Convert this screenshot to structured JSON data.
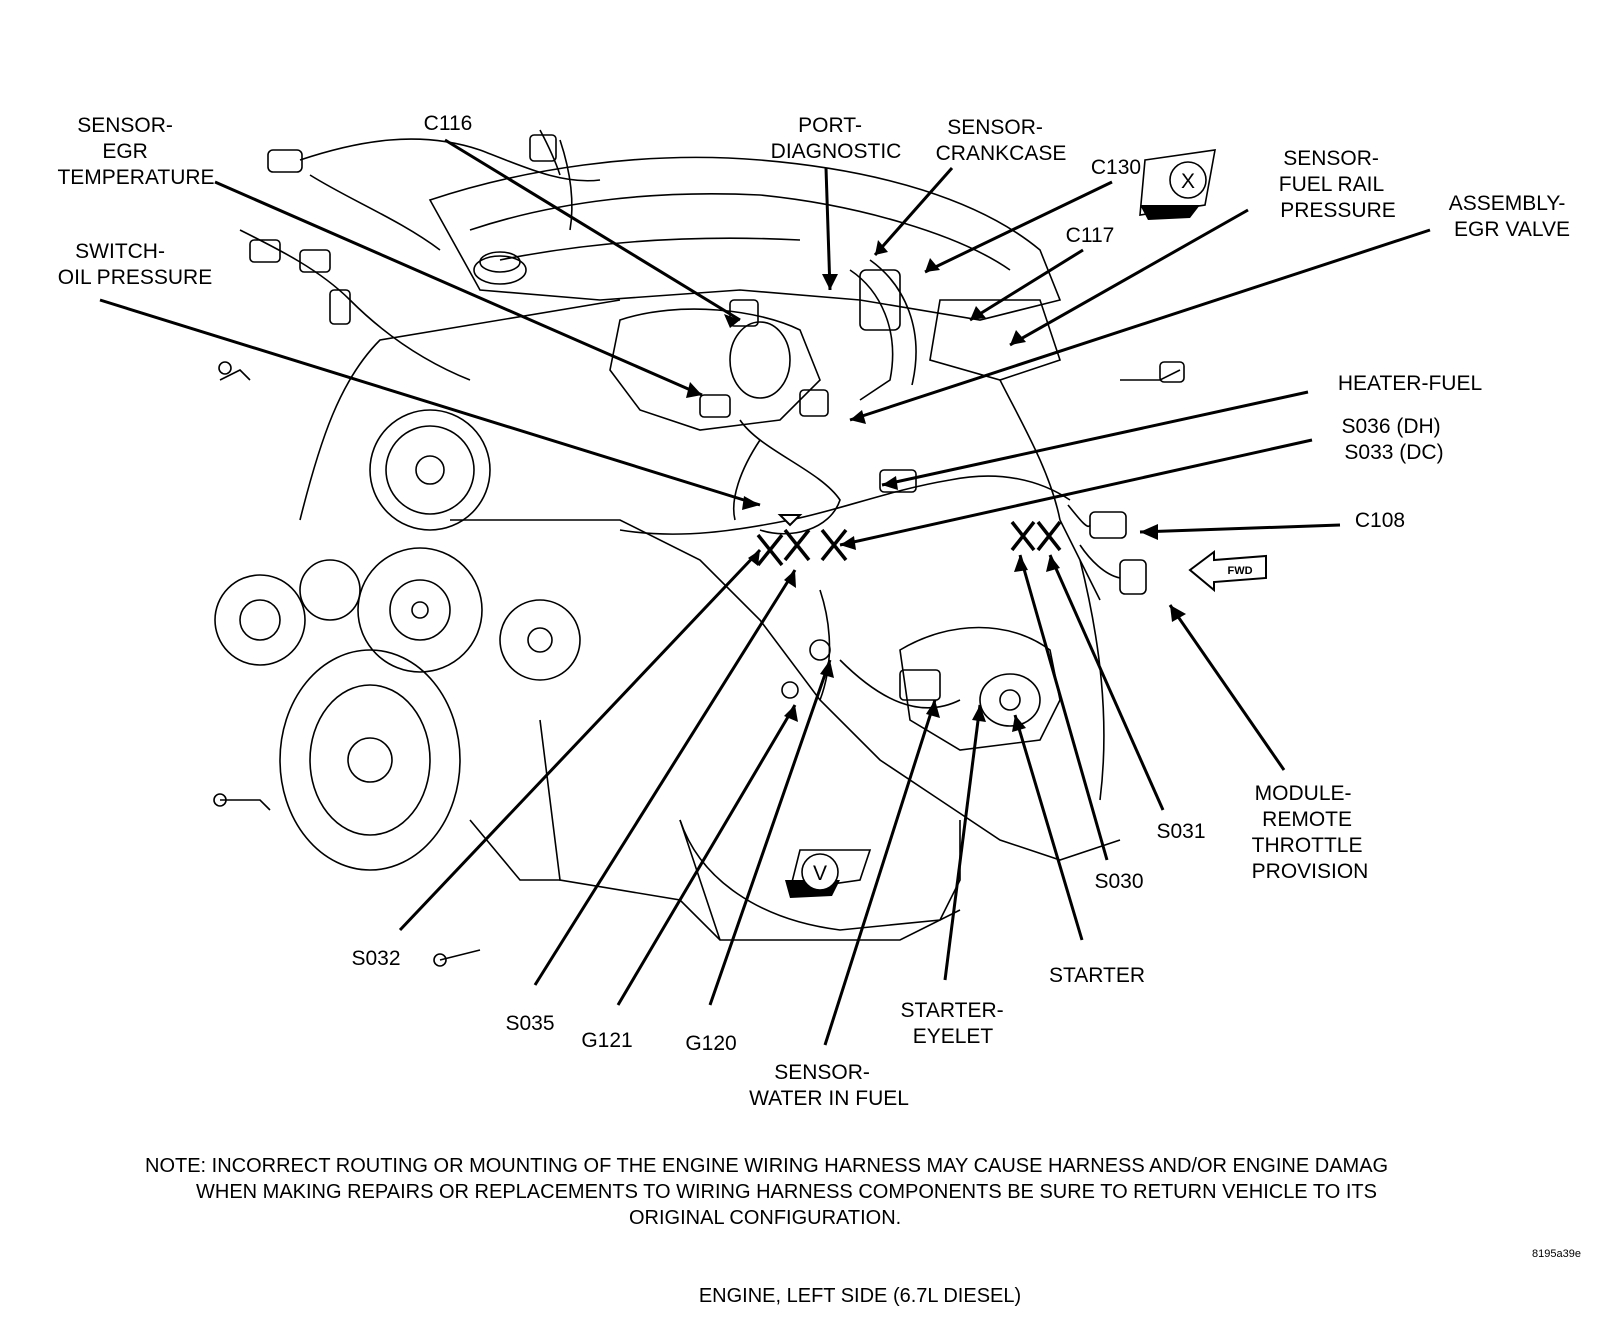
{
  "labels": {
    "sensor_egr_temp": [
      "SENSOR-",
      "EGR",
      "TEMPERATURE"
    ],
    "c116": [
      "C116"
    ],
    "port_diagnostic": [
      "PORT-",
      "DIAGNOSTIC"
    ],
    "sensor_crankcase": [
      "SENSOR-",
      "CRANKCASE"
    ],
    "c130": [
      "C130"
    ],
    "sensor_fuel_rail": [
      "SENSOR-",
      "FUEL RAIL",
      "PRESSURE"
    ],
    "assembly_egr_valve": [
      "ASSEMBLY-",
      "EGR VALVE"
    ],
    "c117": [
      "C117"
    ],
    "switch_oil_pressure": [
      "SWITCH-",
      "OIL PRESSURE"
    ],
    "heater_fuel": [
      "HEATER-FUEL"
    ],
    "s036_s033": [
      "S036 (DH)",
      "S033 (DC)"
    ],
    "c108": [
      "C108"
    ],
    "module_remote_throttle": [
      "MODULE-",
      "REMOTE",
      "THROTTLE",
      "PROVISION"
    ],
    "s031": [
      "S031"
    ],
    "s030": [
      "S030"
    ],
    "starter": [
      "STARTER"
    ],
    "starter_eyelet": [
      "STARTER-",
      "EYELET"
    ],
    "sensor_water_in_fuel": [
      "SENSOR-",
      "WATER IN FUEL"
    ],
    "g120": [
      "G120"
    ],
    "g121": [
      "G121"
    ],
    "s035": [
      "S035"
    ],
    "s032": [
      "S032"
    ]
  },
  "view_indicators": {
    "x": "X",
    "v": "V",
    "fwd": "FWD"
  },
  "note": {
    "line1": "NOTE: INCORRECT ROUTING OR MOUNTING OF THE ENGINE WIRING HARNESS MAY CAUSE HARNESS AND/OR ENGINE DAMAG",
    "line2": "WHEN MAKING REPAIRS OR REPLACEMENTS TO WIRING HARNESS COMPONENTS BE SURE TO RETURN VEHICLE TO ITS",
    "line3": "ORIGINAL CONFIGURATION."
  },
  "figure_id": "8195a39e",
  "caption": "ENGINE, LEFT SIDE  (6.7L DIESEL)"
}
